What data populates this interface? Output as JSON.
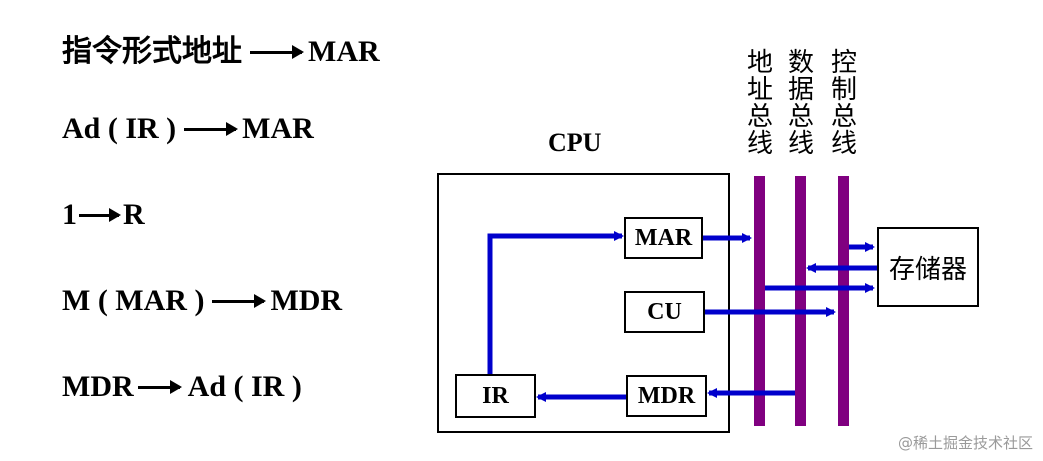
{
  "steps": [
    {
      "from": "指令形式地址",
      "to": "MAR"
    },
    {
      "from": "Ad ( IR )",
      "to": "MAR"
    },
    {
      "from": "1",
      "to": "R"
    },
    {
      "from": "M ( MAR )",
      "to": "MDR"
    },
    {
      "from": "MDR",
      "to": "Ad ( IR )"
    }
  ],
  "cpu_label": "CPU",
  "registers": {
    "mar": "MAR",
    "cu": "CU",
    "mdr": "MDR",
    "ir": "IR"
  },
  "memory_label": "存储器",
  "buses": {
    "address": [
      "地",
      "址",
      "总",
      "线"
    ],
    "data": [
      "数",
      "据",
      "总",
      "线"
    ],
    "control": [
      "控",
      "制",
      "总",
      "线"
    ]
  },
  "watermark": "@稀土掘金技术社区",
  "colors": {
    "arrow": "#0000cc",
    "bus": "#800080"
  }
}
